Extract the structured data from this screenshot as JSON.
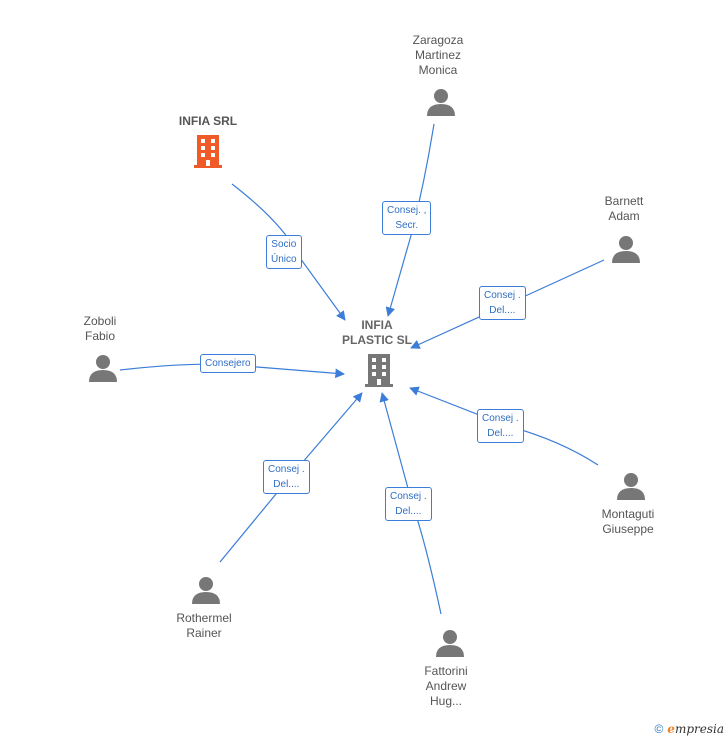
{
  "colors": {
    "edge": "#3b7dd8",
    "person": "#777777",
    "company_main": "#777777",
    "company_highlight": "#f05a28"
  },
  "nodes": {
    "infia_srl": "INFIA SRL",
    "infia_plastic": "INFIA\nPLASTIC SL",
    "zaragoza": "Zaragoza\nMartinez\nMonica",
    "barnett": "Barnett\nAdam",
    "zoboli": "Zoboli\nFabio",
    "montaguti": "Montaguti\nGiuseppe",
    "rothermel": "Rothermel\nRainer",
    "fattorini": "Fattorini\nAndrew\nHug..."
  },
  "edges": {
    "infia_srl": "Socio\nÚnico",
    "zaragoza": "Consej. ,\nSecr.",
    "barnett": "Consej .\nDel....",
    "zoboli": "Consejero",
    "montaguti": "Consej .\nDel....",
    "rothermel": "Consej .\nDel....",
    "fattorini": "Consej .\nDel...."
  },
  "footer": {
    "copyright": "©",
    "brand_initial": "e",
    "brand_rest": "mpresia"
  }
}
